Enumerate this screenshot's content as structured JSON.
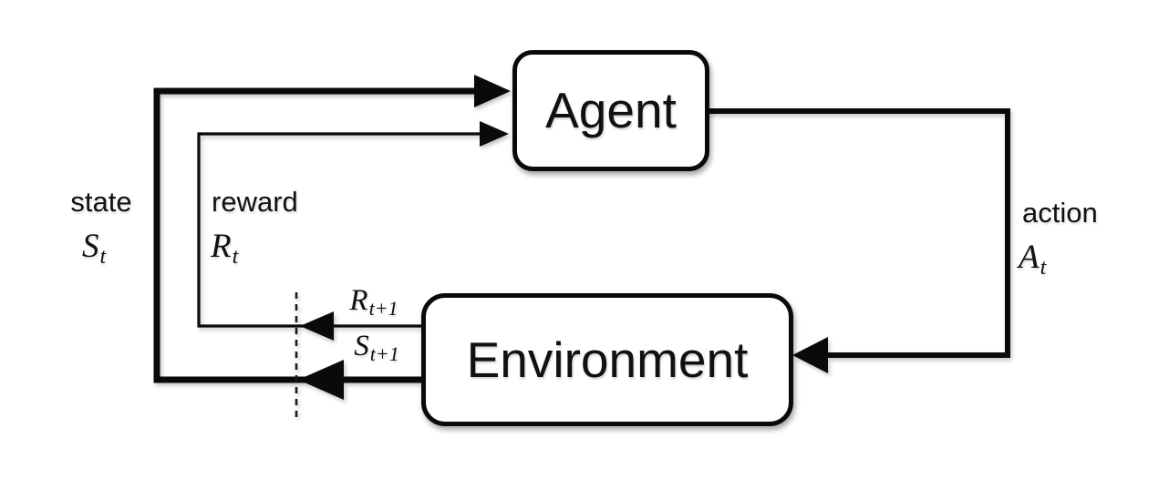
{
  "boxes": {
    "agent": "Agent",
    "environment": "Environment"
  },
  "labels": {
    "state": {
      "word": "state",
      "symbol": "S",
      "subscript": "t"
    },
    "reward": {
      "word": "reward",
      "symbol": "R",
      "subscript": "t"
    },
    "action": {
      "word": "action",
      "symbol": "A",
      "subscript": "t"
    },
    "next_reward": {
      "symbol": "R",
      "subscript": "t+1"
    },
    "next_state": {
      "symbol": "S",
      "subscript": "t+1"
    }
  },
  "colors": {
    "line": "#0a0a0a",
    "background": "#ffffff",
    "text": "#111111"
  }
}
